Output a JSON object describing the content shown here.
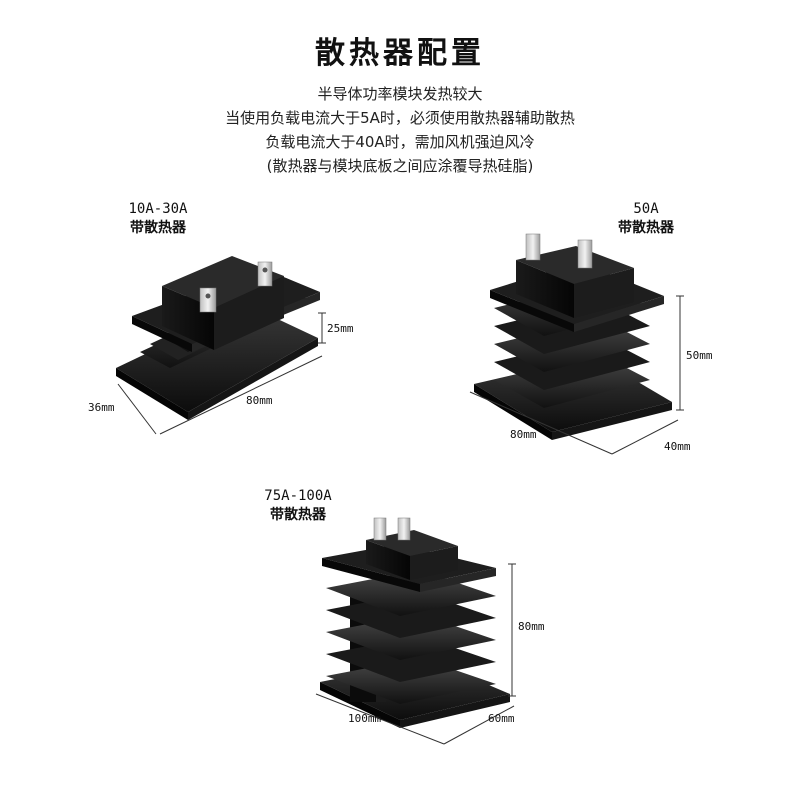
{
  "page": {
    "title": "散热器配置",
    "description": [
      "半导体功率模块发热较大",
      "当使用负载电流大于5A时，必须使用散热器辅助散热",
      "负载电流大于40A时，需加风机强迫风冷",
      "(散热器与模块底板之间应涂覆导热硅脂)"
    ]
  },
  "sinks": [
    {
      "rating": "10A-30A",
      "label": "带散热器",
      "dims": {
        "height": "25mm",
        "length": "80mm",
        "width": "36mm"
      }
    },
    {
      "rating": "50A",
      "label": "带散热器",
      "dims": {
        "height": "50mm",
        "length": "80mm",
        "width": "40mm"
      }
    },
    {
      "rating": "75A-100A",
      "label": "带散热器",
      "dims": {
        "height": "80mm",
        "length": "100mm",
        "width": "60mm"
      }
    }
  ]
}
